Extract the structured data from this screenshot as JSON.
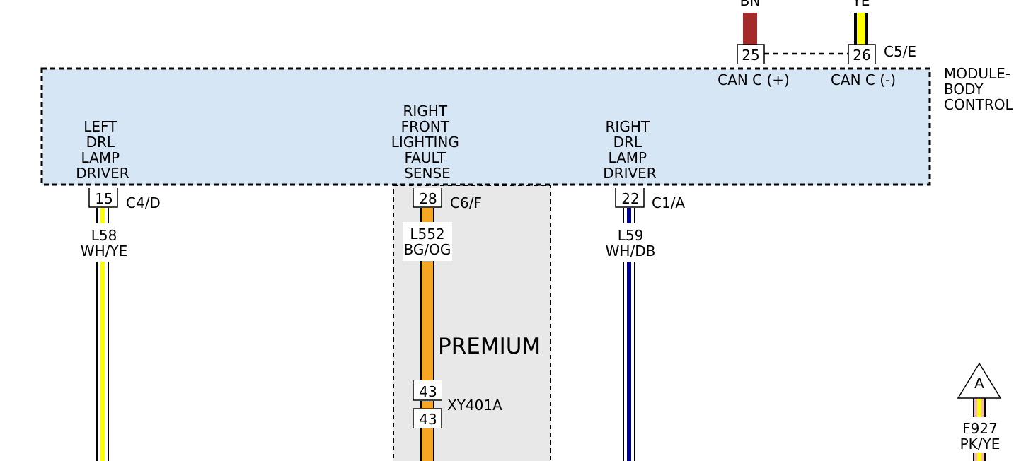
{
  "colors": {
    "module_fill": "#d6e6f4",
    "premium_fill": "#e8e8e8",
    "white": "#ffffff",
    "yellow": "#ffff00",
    "orange": "#f5a623",
    "navy": "#00008b",
    "brown": "#a52a2a",
    "pink": "#f4b6c2"
  },
  "module": {
    "name_lines": [
      "MODULE-",
      "BODY",
      "CONTROL"
    ]
  },
  "can": {
    "plus": {
      "wire_color": "BN",
      "pin": "25",
      "label": "CAN C (+)"
    },
    "minus": {
      "wire_color": "YE",
      "pin": "26",
      "label": "CAN C (-)"
    },
    "connector": "C5/E"
  },
  "drivers": [
    {
      "id": "left_drl",
      "label_lines": [
        "LEFT",
        "DRL",
        "LAMP",
        "DRIVER"
      ],
      "pin": "15",
      "connector": "C4/D",
      "circuit": "L58",
      "wire_color": "WH/YE"
    },
    {
      "id": "rf_fault",
      "label_lines": [
        "RIGHT",
        "FRONT",
        "LIGHTING",
        "FAULT",
        "SENSE"
      ],
      "pin": "28",
      "connector": "C6/F",
      "circuit": "L552",
      "wire_color": "BG/OG"
    },
    {
      "id": "right_drl",
      "label_lines": [
        "RIGHT",
        "DRL",
        "LAMP",
        "DRIVER"
      ],
      "pin": "22",
      "connector": "C1/A",
      "circuit": "L59",
      "wire_color": "WH/DB"
    }
  ],
  "premium": {
    "label": "PREMIUM",
    "inline_connector": "XY401A",
    "pin_top": "43",
    "pin_bottom": "43"
  },
  "offpage": {
    "symbol": "A",
    "circuit": "F927",
    "wire_color": "PK/YE"
  }
}
